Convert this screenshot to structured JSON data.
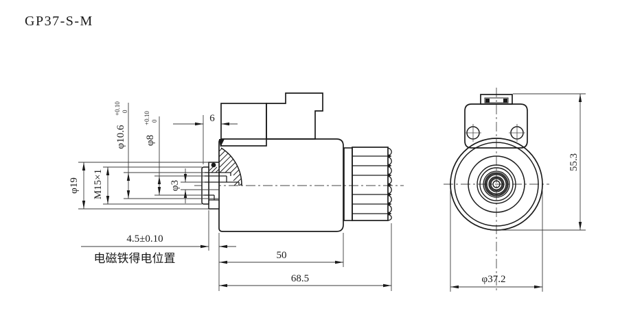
{
  "title": "GP37-S-M",
  "colors": {
    "line": "#1a1a1a",
    "dim_line": "#3a3a3a",
    "background": "#ffffff"
  },
  "side_view": {
    "dim_bore_large": {
      "label": "φ10.6",
      "tol_upper": "+0.10",
      "tol_lower": "0"
    },
    "dim_bore_small": {
      "label": "φ8",
      "tol_upper": "+0.10",
      "tol_lower": "0"
    },
    "dim_flange_od": "φ19",
    "dim_thread": "M15×1",
    "dim_pin": "φ3",
    "dim_offset": "6",
    "dim_stroke": "4.5±0.10",
    "stroke_note": "电磁铁得电位置",
    "dim_body_length": "50",
    "dim_total_length": "68.5"
  },
  "front_view": {
    "dim_height": "55.3",
    "dim_outer_diameter": "φ37.2"
  }
}
